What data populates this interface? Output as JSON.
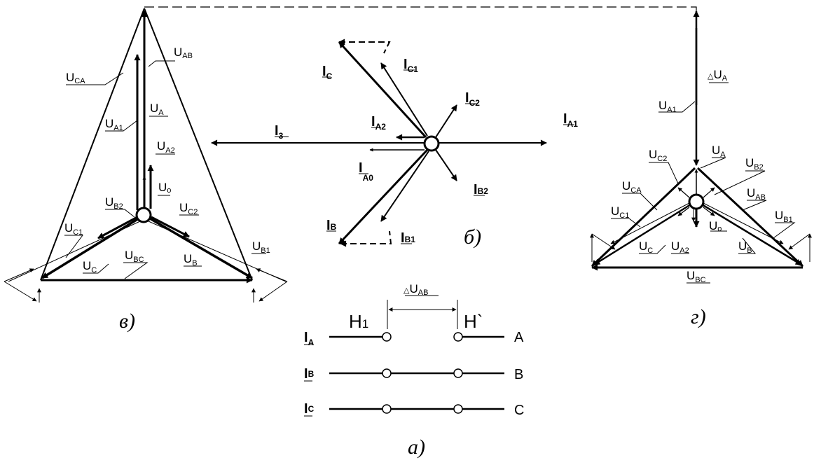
{
  "captions": {
    "a": "а)",
    "b": "б)",
    "v": "в)",
    "g": "г)"
  },
  "panel_v": {
    "labels": {
      "U_AB": {
        "main": "U",
        "sub": "AB"
      },
      "U_CA": {
        "main": "U",
        "sub": "CA"
      },
      "U_A": {
        "main": "U",
        "sub": "A"
      },
      "U_A1": {
        "main": "U",
        "sub": "A1"
      },
      "U_A2": {
        "main": "U",
        "sub": "A2"
      },
      "U_o": {
        "main": "U",
        "sub": "o"
      },
      "U_B2": {
        "main": "U",
        "sub": "B2"
      },
      "U_C2": {
        "main": "U",
        "sub": "C2"
      },
      "U_C1": {
        "main": "U",
        "sub": "C1"
      },
      "U_C": {
        "main": "U",
        "sub": "C"
      },
      "U_BC": {
        "main": "U",
        "sub": "BC"
      },
      "U_B": {
        "main": "U",
        "sub": "B"
      },
      "U_B1": {
        "main": "U",
        "sub": "B1"
      }
    }
  },
  "panel_b": {
    "labels": {
      "I_C": {
        "main": "I",
        "sub": "C"
      },
      "I_C1": {
        "main": "I",
        "sub": "C1"
      },
      "I_C2": {
        "main": "I",
        "sub": "C2"
      },
      "I_A1": {
        "main": "I",
        "sub": "A1"
      },
      "I_A2": {
        "main": "I",
        "sub": "A2"
      },
      "I_3": {
        "main": "I",
        "sub": "3"
      },
      "I_A0": {
        "main": "I",
        "sub": "A0"
      },
      "I_B2": {
        "main": "I",
        "sub": "B2"
      },
      "I_B": {
        "main": "I",
        "sub": "B"
      },
      "I_B1": {
        "main": "I",
        "sub": "B1"
      }
    }
  },
  "panel_g": {
    "labels": {
      "dU_A": {
        "delta": "△",
        "main": "U",
        "sub": "A"
      },
      "U_A1": {
        "main": "U",
        "sub": "A1"
      },
      "U_C2": {
        "main": "U",
        "sub": "C2"
      },
      "U_A": {
        "main": "U",
        "sub": "A"
      },
      "U_B2": {
        "main": "U",
        "sub": "B2"
      },
      "U_CA": {
        "main": "U",
        "sub": "CA"
      },
      "U_AB": {
        "main": "U",
        "sub": "AB"
      },
      "U_C1": {
        "main": "U",
        "sub": "C1"
      },
      "U_B1": {
        "main": "U",
        "sub": "B1"
      },
      "U_o": {
        "main": "U",
        "sub": "o"
      },
      "U_C": {
        "main": "U",
        "sub": "C"
      },
      "U_A2": {
        "main": "U",
        "sub": "A2"
      },
      "U_B": {
        "main": "U",
        "sub": "B"
      },
      "U_BC": {
        "main": "U",
        "sub": "BC"
      }
    }
  },
  "panel_a": {
    "dU_AB": {
      "delta": "△",
      "main": "U",
      "sub": "AB"
    },
    "node_left": {
      "main": "H",
      "sub": "1"
    },
    "node_right": "H`",
    "lines": [
      {
        "current": {
          "main": "I",
          "sub": "A"
        },
        "phase": "A"
      },
      {
        "current": {
          "main": "I",
          "sub": "B"
        },
        "phase": "B"
      },
      {
        "current": {
          "main": "I",
          "sub": "C"
        },
        "phase": "C"
      }
    ]
  }
}
